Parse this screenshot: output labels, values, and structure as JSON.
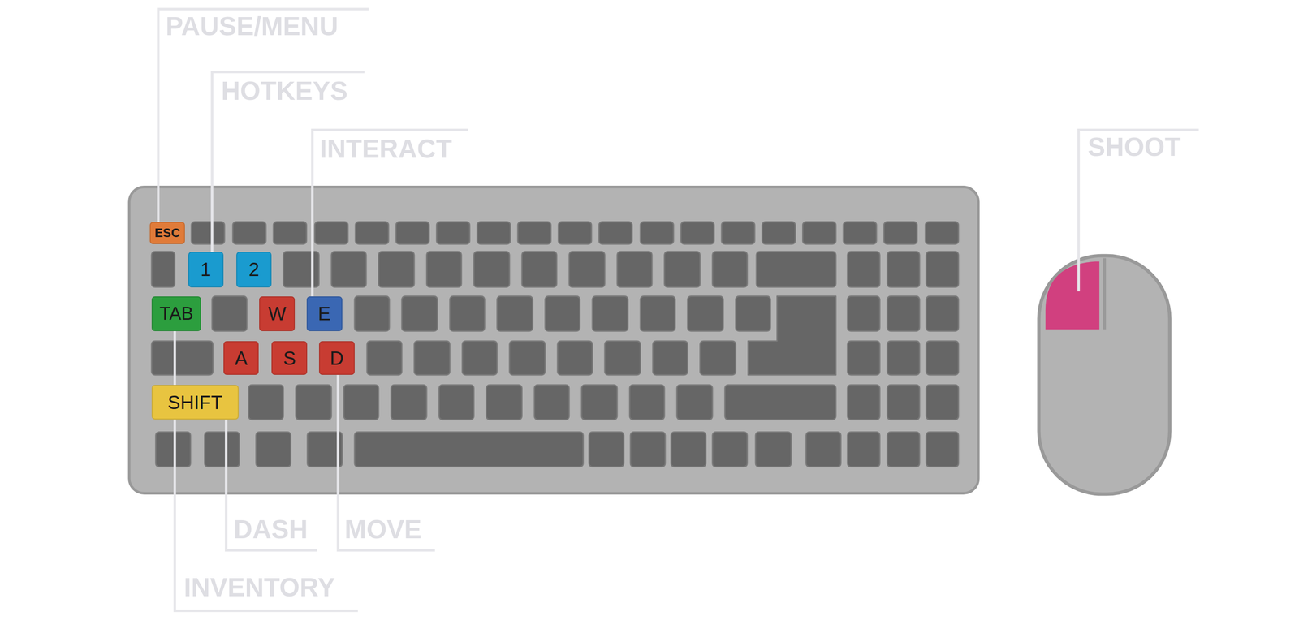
{
  "diagram": {
    "nodes": [
      {
        "text": [
          "ESC"
        ]
      },
      {
        "text": [
          "1"
        ]
      },
      {
        "text": [
          "2"
        ]
      },
      {
        "text": [
          "TAB"
        ]
      },
      {
        "text": [
          "W"
        ]
      },
      {
        "text": [
          "E"
        ]
      },
      {
        "text": [
          "A"
        ]
      },
      {
        "text": [
          "S"
        ]
      },
      {
        "text": [
          "D"
        ]
      },
      {
        "text": [
          "SHIFT"
        ]
      }
    ],
    "labels": [
      "PAUSE/MENU",
      "HOTKEYS",
      "INTERACT",
      "SHOOT",
      "DASH",
      "MOVE",
      "INVENTORY"
    ]
  }
}
